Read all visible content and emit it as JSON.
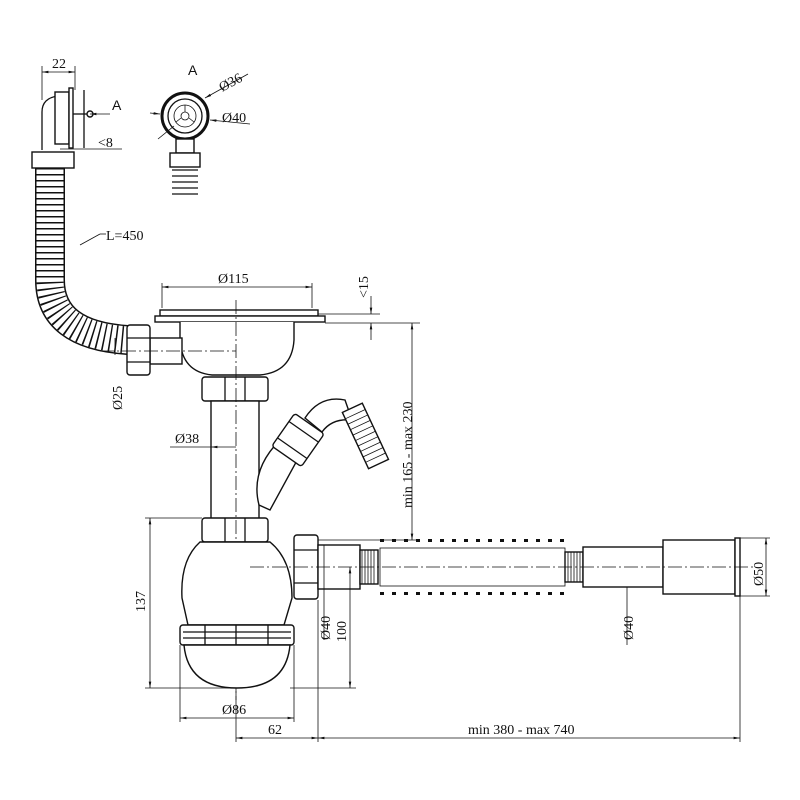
{
  "labels": {
    "dim_22": "22",
    "view_a_arrow": "A",
    "view_a_title": "A",
    "dia_36": "Ø36",
    "dia_40_top": "Ø40",
    "lt_8": "<8",
    "hose_length": "L=450",
    "dia_115": "Ø115",
    "lt_15": "<15",
    "dia_25": "Ø25",
    "height_range": "min 165 - max 230",
    "dia_38": "Ø38",
    "dim_137": "137",
    "dia_40_outlet": "Ø40",
    "dim_100": "100",
    "dia_40_hose": "Ø40",
    "dia_50": "Ø50",
    "dia_86": "Ø86",
    "dim_62": "62",
    "length_range": "min 380 - max 740"
  }
}
